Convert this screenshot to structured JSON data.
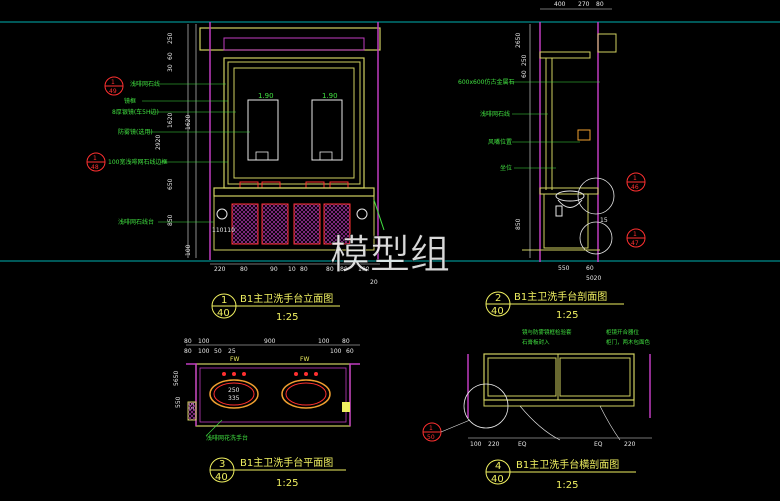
{
  "watermark": "模型组",
  "colors": {
    "bg": "#000000",
    "wall": "#d0d060",
    "frame": "#c03cc0",
    "green": "#40e040",
    "cyan": "#00c0c0",
    "red": "#ff3030",
    "white": "#e8e8e8",
    "yellow": "#f0f060"
  },
  "views": [
    {
      "num": "1",
      "sheet": "40",
      "title": "B1主卫洗手台立面图",
      "scale": "1:25"
    },
    {
      "num": "2",
      "sheet": "40",
      "title": "B1主卫洗手台剖面图",
      "scale": "1:25"
    },
    {
      "num": "3",
      "sheet": "40",
      "title": "B1主卫洗手台平面图",
      "scale": "1:25"
    },
    {
      "num": "4",
      "sheet": "40",
      "title": "B1主卫洗手台横剖面图",
      "scale": "1:25"
    }
  ],
  "elevation": {
    "notes": [
      "浅啡网石线",
      "镜框",
      "8厚银镜(车5H边)",
      "防雾镜(选用)",
      "100宽浅啡网石线边框",
      "浅啡网石线台"
    ],
    "mirror_labels": [
      "1.90",
      "1.90"
    ],
    "callouts": [
      {
        "num": "1",
        "sheet": "49"
      },
      {
        "num": "1",
        "sheet": "48"
      }
    ],
    "bottom_dims": [
      "220",
      "80",
      "90",
      "10",
      "80",
      "80",
      "80",
      "180",
      "20"
    ],
    "side_dims": [
      "250",
      "60",
      "30",
      "1620",
      "1620",
      "2920",
      "650",
      "850",
      "100"
    ],
    "tag": "110110"
  },
  "section": {
    "notes": [
      "600x600仿古金属石",
      "浅啡网石线",
      "风嘴位置",
      "坐位"
    ],
    "top_dims": [
      "400",
      "270",
      "80"
    ],
    "side_dims": [
      "2650",
      "250",
      "60",
      "850",
      "15"
    ],
    "bottom_dims": [
      "550",
      "60",
      "5020"
    ],
    "callouts": [
      {
        "num": "1",
        "sheet": "46"
      },
      {
        "num": "1",
        "sheet": "47"
      }
    ]
  },
  "plan": {
    "top_dims": [
      "80",
      "100",
      "900",
      "100",
      "80",
      "80",
      "100",
      "50",
      "25",
      "100",
      "60"
    ],
    "side_dims": [
      "5650",
      "550",
      "55"
    ],
    "basin_labels": [
      "250",
      "335"
    ],
    "fw_labels": [
      "FW",
      "FW"
    ],
    "note": "浅啡网花洗手台"
  },
  "cross": {
    "notes": [
      "镜与防雾镜框检验套",
      "石膏板封入",
      "柜镜开合器位",
      "柜门，两木包面色"
    ],
    "bottom_dims": [
      "100",
      "220",
      "EQ",
      "EQ",
      "220"
    ],
    "callout": {
      "num": "1",
      "sheet": "50"
    }
  }
}
